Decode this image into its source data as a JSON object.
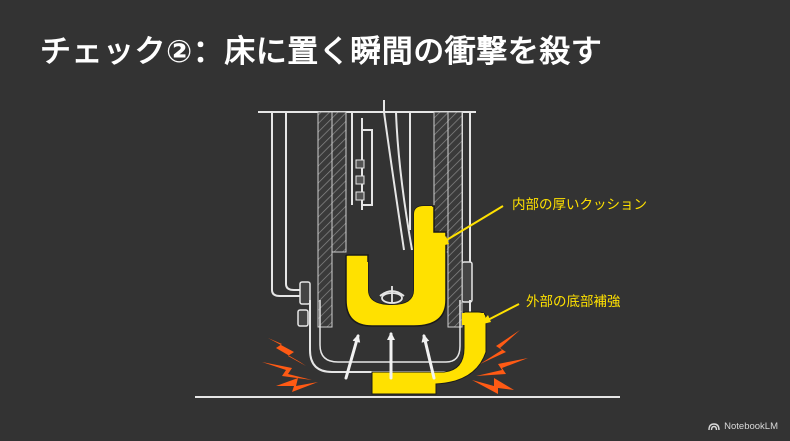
{
  "slide": {
    "title": "チェック②：床に置く瞬間の衝撃を殺す"
  },
  "callouts": {
    "inner": "内部の厚いクッション",
    "outer": "外部の底部補強"
  },
  "brand": {
    "name": "NotebookLM",
    "icon": "notebooklm-logo-icon"
  },
  "colors": {
    "background": "#333333",
    "accent_yellow": "#ffe100",
    "impact_orange": "#ff5a14",
    "line": "#e6e6e6"
  }
}
